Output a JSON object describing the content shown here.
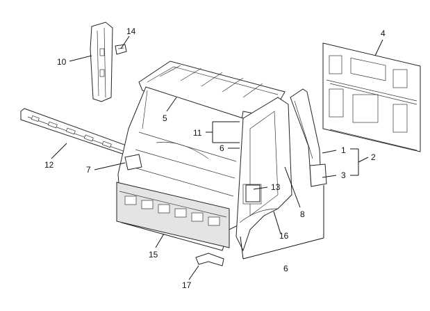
{
  "callouts": {
    "c1": "1",
    "c2": "2",
    "c3": "3",
    "c4": "4",
    "c5": "5",
    "c6a": "6",
    "c6b": "6",
    "c7": "7",
    "c8": "8",
    "c10": "10",
    "c11": "11",
    "c12": "12",
    "c13": "13",
    "c14": "14",
    "c15": "15",
    "c16": "16",
    "c17": "17"
  },
  "colors": {
    "line": "#222222",
    "watermark": "#9fc79f"
  }
}
